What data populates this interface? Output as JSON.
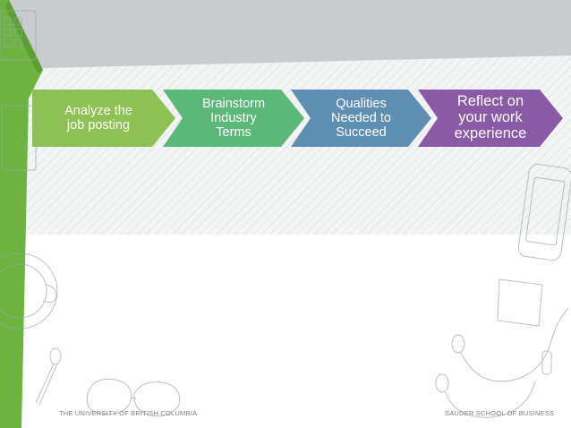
{
  "colors": {
    "header_grey": "#c8ccce",
    "green": "#6cb33f",
    "step1": "#8dc055",
    "step2": "#5cb878",
    "step3": "#5f8eb3",
    "step4": "#8a5aa6"
  },
  "process": {
    "steps": [
      {
        "label": "Analyze the\njob posting"
      },
      {
        "label": "Brainstorm\nIndustry\nTerms"
      },
      {
        "label": "Qualities\nNeeded to\nSucceed"
      },
      {
        "label": "Reflect on\nyour work\nexperience"
      }
    ]
  },
  "footer": {
    "left": "THE UNIVERSITY OF BRITISH COLUMBIA",
    "right": "SAUDER SCHOOL OF BUSINESS"
  },
  "decor": {
    "icons": [
      "laptop-sketch",
      "phone-sketch",
      "coffee-cup-sketch",
      "spoon-sketch",
      "glasses-sketch",
      "earphones-sketch",
      "note-sketch"
    ]
  }
}
